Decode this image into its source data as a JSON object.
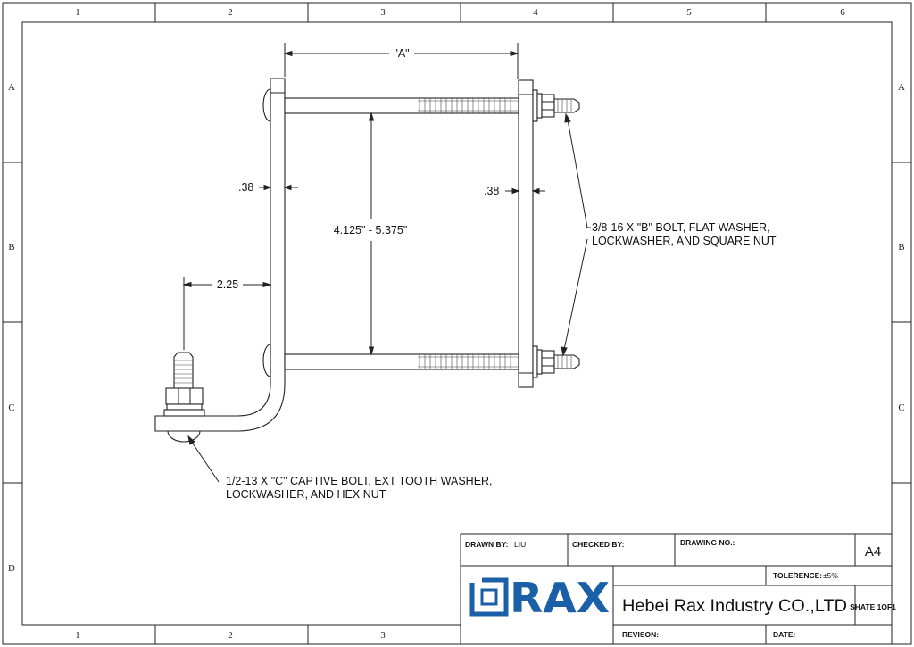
{
  "zones": {
    "columns_top": [
      "1",
      "2",
      "3",
      "4",
      "5",
      "6"
    ],
    "columns_bottom": [
      "1",
      "2",
      "3"
    ],
    "rows": [
      "A",
      "B",
      "C",
      "D"
    ]
  },
  "dimensions": {
    "width_label": "\"A\"",
    "left_thickness": ".38",
    "right_thickness": ".38",
    "height_range": "4.125\" - 5.375\"",
    "offset": "2.25"
  },
  "notes": {
    "bolt_b_line1": "3/8-16 X \"B\" BOLT, FLAT WASHER,",
    "bolt_b_line2": "LOCKWASHER, AND SQUARE NUT",
    "bolt_c_line1": "1/2-13 X \"C\" CAPTIVE BOLT, EXT TOOTH WASHER,",
    "bolt_c_line2": "LOCKWASHER, AND HEX NUT"
  },
  "title_block": {
    "drawn_by_label": "DRAWN BY:",
    "drawn_by_value": "LIU",
    "checked_by_label": "CHECKED BY:",
    "drawing_no_label": "DRAWING NO.:",
    "sheet_size": "A4",
    "tolerance_label": "TOLERENCE:",
    "tolerance_value": "±5%",
    "logo_text": "RAX",
    "company": "Hebei Rax Industry CO.,LTD",
    "sheet": "SHATE 1OF1",
    "revision_label": "REVISON:",
    "date_label": "DATE:"
  },
  "colors": {
    "logo_blue": "#1a5fa8",
    "line": "#222222"
  }
}
